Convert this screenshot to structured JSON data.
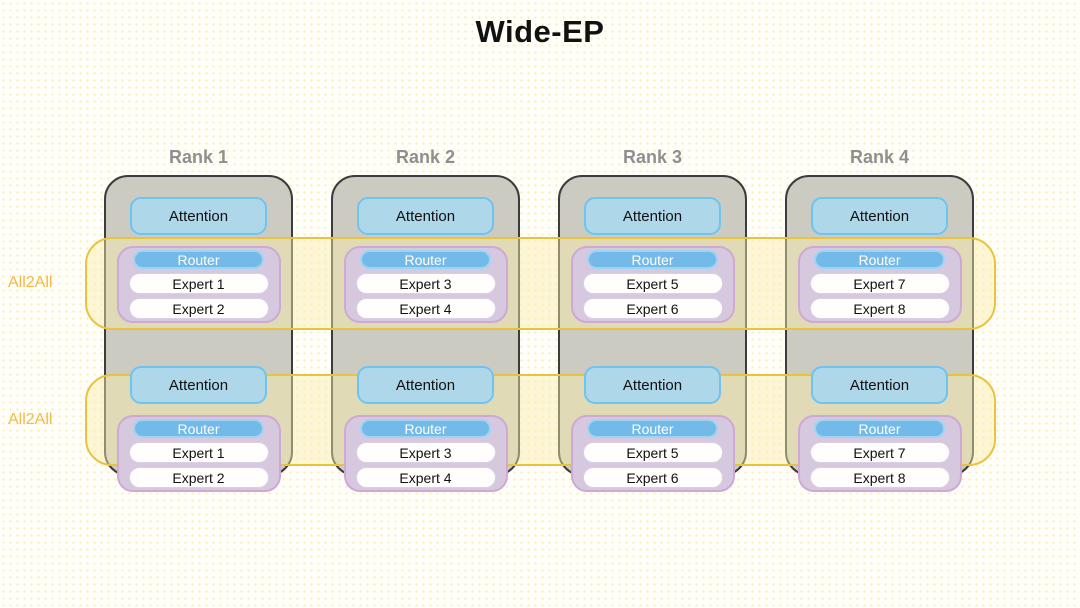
{
  "title": "Wide-EP",
  "labels": {
    "attention": "Attention",
    "router": "Router",
    "all2all": "All2All"
  },
  "ranks": [
    {
      "label": "Rank 1",
      "experts": [
        "Expert 1",
        "Expert 2"
      ]
    },
    {
      "label": "Rank 2",
      "experts": [
        "Expert 3",
        "Expert 4"
      ]
    },
    {
      "label": "Rank 3",
      "experts": [
        "Expert 5",
        "Expert 6"
      ]
    },
    {
      "label": "Rank 4",
      "experts": [
        "Expert 7",
        "Expert 8"
      ]
    }
  ],
  "bands": [
    {
      "label": "All2All"
    },
    {
      "label": "All2All"
    }
  ],
  "colors": {
    "attention_fill": "#aed7ea",
    "attention_border": "#6fc4ef",
    "router_fill": "#74bae9",
    "router_border": "#9bd5f5",
    "router_text": "#ffffff",
    "moe_group_fill": "#d6c9df",
    "moe_group_border": "#cfa9d4",
    "expert_fill": "#fffefd",
    "rank_box_fill": "#cbcbc2",
    "rank_box_border": "#3c3c3c",
    "rank_label_text": "#8f8f8f",
    "band_border": "#eac33e",
    "band_fill": "#faeeaa",
    "all2all_text": "#f3ba49",
    "title_text": "#111111"
  }
}
